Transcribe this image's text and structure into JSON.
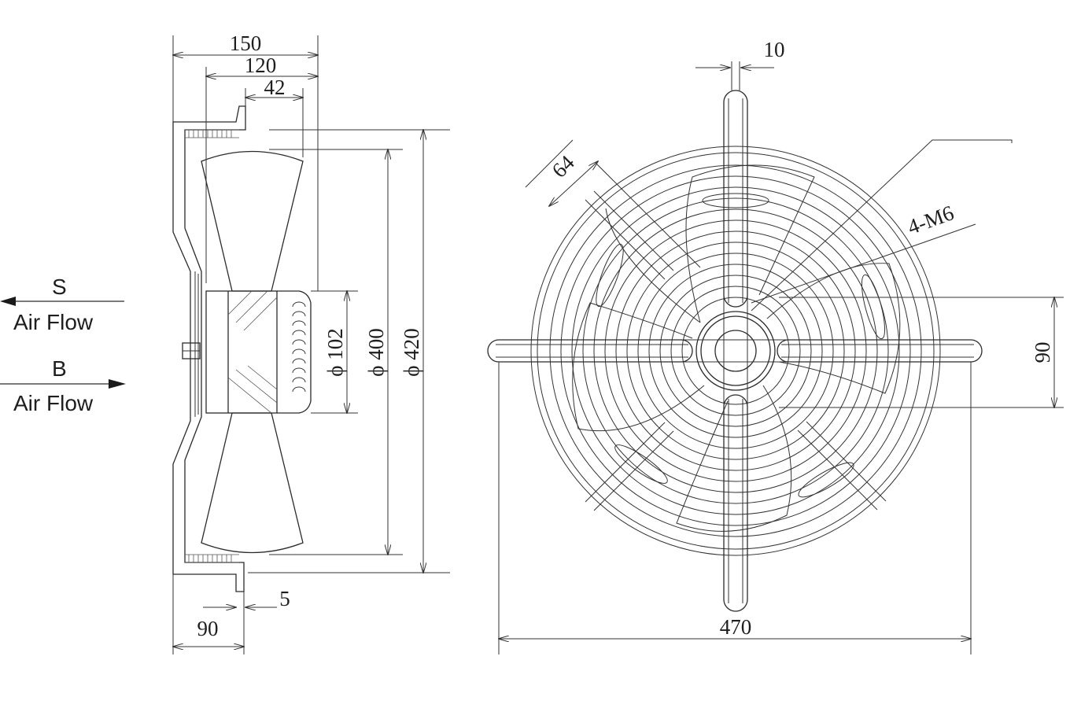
{
  "legend": {
    "suction_letter": "S",
    "suction_flow": "Air Flow",
    "blowing_letter": "B",
    "blowing_flow": "Air Flow"
  },
  "side_view": {
    "dim_150": "150",
    "dim_120": "120",
    "dim_42": "42",
    "dim_102": "ϕ 102",
    "dim_400": "ϕ 400",
    "dim_420": "ϕ 420",
    "dim_5": "5",
    "dim_90": "90"
  },
  "front_view": {
    "dim_10": "10",
    "dim_64": "64",
    "dim_m6": "4-M6",
    "dim_90": "90",
    "dim_470": "470"
  },
  "colors": {
    "line": "#2b2b2b",
    "background": "#ffffff"
  }
}
